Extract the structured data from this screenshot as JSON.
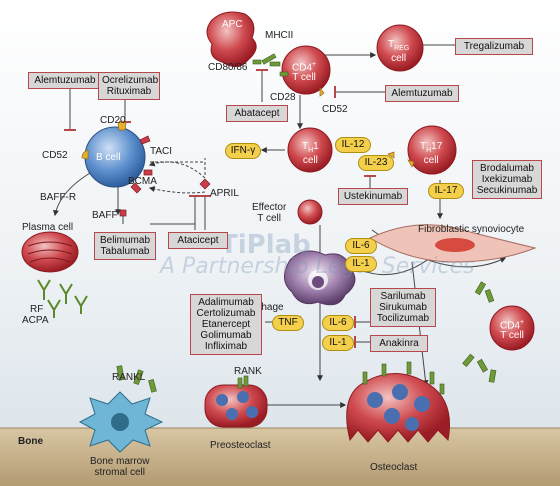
{
  "labels": {
    "apc": "APC",
    "mhcii": "MHCII",
    "cd80_86": "CD80/86",
    "cd4_t": "CD4",
    "cd4_t_sub": "T cell",
    "cd28": "CD28",
    "cd52_t": "CD52",
    "treg_t": "T",
    "treg_sub": "REG",
    "treg_cell": "cell",
    "cd20": "CD20",
    "cd52_b": "CD52",
    "b_cell": "B cell",
    "taci": "TACI",
    "bcma": "BCMA",
    "baff_r": "BAFF-R",
    "baff": "BAFF",
    "april": "APRIL",
    "plasma_cell": "Plasma cell",
    "rf": "RF",
    "acpa": "ACPA",
    "th1_t": "T",
    "th1_sub": "H",
    "th1_num": "1",
    "th1_cell": "cell",
    "th17_t": "T",
    "th17_sub": "H",
    "th17_num": "17",
    "th17_cell": "cell",
    "effector": "Effector",
    "effector2": "T cell",
    "fibro": "Fibroblastic synoviocyte",
    "macrophage": "Macrophage",
    "cd4_small": "CD4",
    "cd4_small2": "T cell",
    "rankl": "RANKL",
    "rank": "RANK",
    "bone": "Bone",
    "stromal1": "Bone marrow",
    "stromal2": "stromal cell",
    "preosteo": "Preosteoclast",
    "osteo": "Osteoclast"
  },
  "drugs": {
    "tregalizumab": "Tregalizumab",
    "alemtuzumab_top": "Alemtuzumab",
    "abatacept": "Abatacept",
    "alemtuzumab_left": "Alemtuzumab",
    "ocrelizumab": "Ocrelizumab",
    "rituximab": "Rituximab",
    "ustekinumab": "Ustekinumab",
    "brodalumab": "Brodalumab",
    "ixekizumab": "Ixekizumab",
    "secukinumab": "Secukinumab",
    "belimumab": "Belimumab",
    "tabalumab": "Tabalumab",
    "atacicept": "Atacicept",
    "adalimumab": "Adalimumab",
    "certolizumab": "Certolizumab",
    "etanercept": "Etanercept",
    "golimumab": "Golimumab",
    "infliximab": "Infliximab",
    "sarilumab": "Sarilumab",
    "sirukumab": "Sirukumab",
    "tocilizumab": "Tocilizumab",
    "anakinra": "Anakinra"
  },
  "cytokines": {
    "ifng": "IFN-γ",
    "il12": "IL-12",
    "il23": "IL-23",
    "il17": "IL-17",
    "il6_a": "IL-6",
    "il1_a": "IL-1",
    "tnf": "TNF",
    "il6_b": "IL-6",
    "il1_b": "IL-1"
  },
  "watermark": {
    "line1": "TiPlab",
    "line2": "A Partnership Legal Services"
  },
  "colors": {
    "cell_red": "#b9242c",
    "cell_pink": "#e9a7a6",
    "b_cell_blue": "#4a7fc0",
    "cytokine_yellow": "#f3cf4c",
    "drug_gray": "#d7d7d7",
    "drug_border": "#b8474b",
    "receptor_green": "#6f9a3a",
    "bone": "#c9b48f"
  }
}
